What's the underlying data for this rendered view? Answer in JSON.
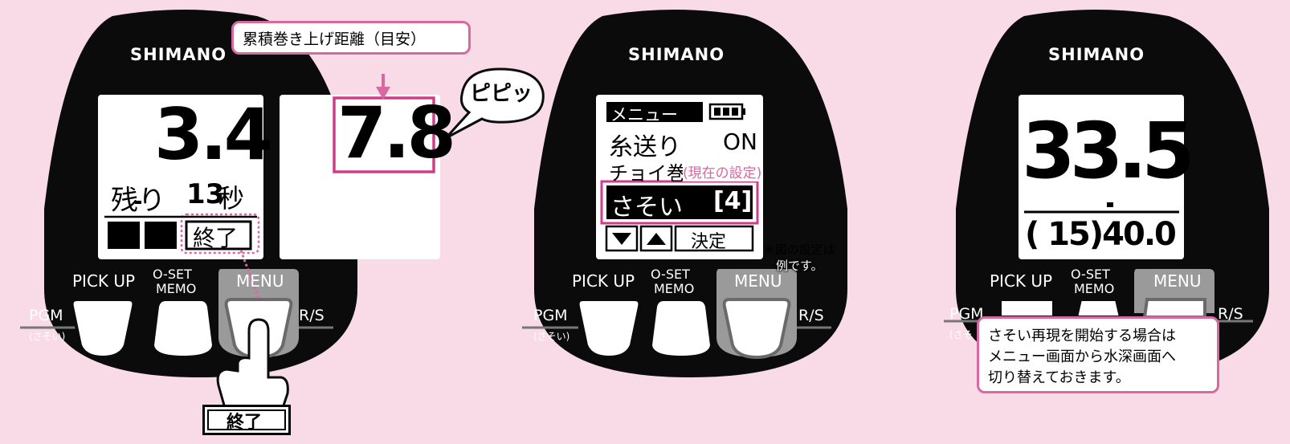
{
  "callouts": {
    "total_distance": "累積巻き上げ距離（目安）",
    "beep": "ピピッ",
    "end_button": "終了",
    "current_setting": "(現在の設定)",
    "example_note_line1": "※図の設定は",
    "example_note_line2": "例です。",
    "info_line1": "さそい再現を開始する場合は",
    "info_line2": "メニュー画面から水深画面へ",
    "info_line3": "切り替えておきます。"
  },
  "devices": [
    {
      "brand": "SHIMANO",
      "display": {
        "main_value": "3.4",
        "remaining_label": "残り",
        "remaining_value": "13",
        "remaining_unit": "秒",
        "end_label": "終了",
        "popup_value": "7.8"
      },
      "buttons": {
        "pickup": "PICK UP",
        "oset_line1": "O-SET",
        "oset_line2": "MEMO",
        "menu": "MENU",
        "pgm": "PGM",
        "pgm_sub": "(さそい)",
        "rs": "R/S"
      }
    },
    {
      "brand": "SHIMANO",
      "display": {
        "menu_title": "メニュー",
        "row1_label": "糸送り",
        "row1_value": "ON",
        "row2_label": "チョイ巻",
        "row3_label": "さそい",
        "row3_value": "[4]",
        "decide_label": "決定"
      },
      "buttons": {
        "pickup": "PICK UP",
        "oset_line1": "O-SET",
        "oset_line2": "MEMO",
        "menu": "MENU",
        "pgm": "PGM",
        "pgm_sub": "(さそい)",
        "rs": "R/S"
      }
    },
    {
      "brand": "SHIMANO",
      "display": {
        "main_value": "33.5",
        "sub_value": "( 15)40.0"
      },
      "buttons": {
        "pickup": "PICK UP",
        "oset_line1": "O-SET",
        "oset_line2": "MEMO",
        "menu": "MENU",
        "pgm": "PGM",
        "pgm_sub": "(さそ",
        "rs": "R/S"
      }
    }
  ]
}
